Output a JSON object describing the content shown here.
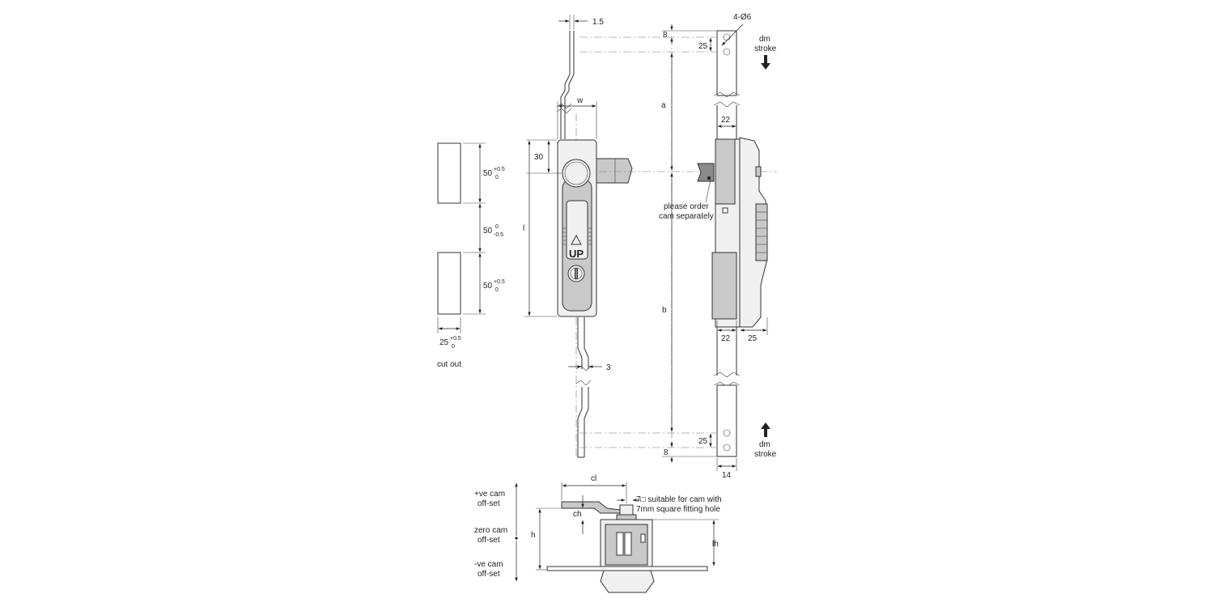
{
  "cutout": {
    "dim_top": "50",
    "dim_top_tol_upper": "+0.5",
    "dim_top_tol_lower": "0",
    "dim_gap": "50",
    "dim_gap_tol_upper": "0",
    "dim_gap_tol_lower": "-0.5",
    "dim_bottom": "50",
    "dim_bottom_tol_upper": "+0.5",
    "dim_bottom_tol_lower": "0",
    "dim_width": "25",
    "dim_width_tol_upper": "+0.5",
    "dim_width_tol_lower": "0",
    "caption": "cut out"
  },
  "front_view": {
    "rod_thickness_top": "1.5",
    "width_label": "w",
    "dim_30": "30",
    "length_label": "l",
    "rod_thickness_bottom": "3",
    "handle_text": "UP"
  },
  "side_view": {
    "holes_label": "4-Ø6",
    "top_offset": "8",
    "top_hole_spacing": "25",
    "dm_top": "dm",
    "stroke_top": "stroke",
    "a_label": "a",
    "dim_22_top": "22",
    "cam_note_line1": "please order",
    "cam_note_line2": "cam separately",
    "b_label": "b",
    "dim_22_bottom": "22",
    "dim_25_right": "25",
    "bottom_hole_spacing": "25",
    "bottom_offset": "8",
    "dm_bottom": "dm",
    "stroke_bottom": "stroke",
    "bar_width": "14"
  },
  "bottom_view": {
    "pos_cam_line1": "+ve cam",
    "pos_cam_line2": "off-set",
    "zero_cam_line1": "zero cam",
    "zero_cam_line2": "off-set",
    "neg_cam_line1": "-ve cam",
    "neg_cam_line2": "off-set",
    "h_label": "h",
    "cl_label": "cl",
    "ch_label": "ch",
    "lh_label": "lh",
    "square_note_line1": "7□ suitable for cam with",
    "square_note_line2": "7mm square fitting hole"
  }
}
